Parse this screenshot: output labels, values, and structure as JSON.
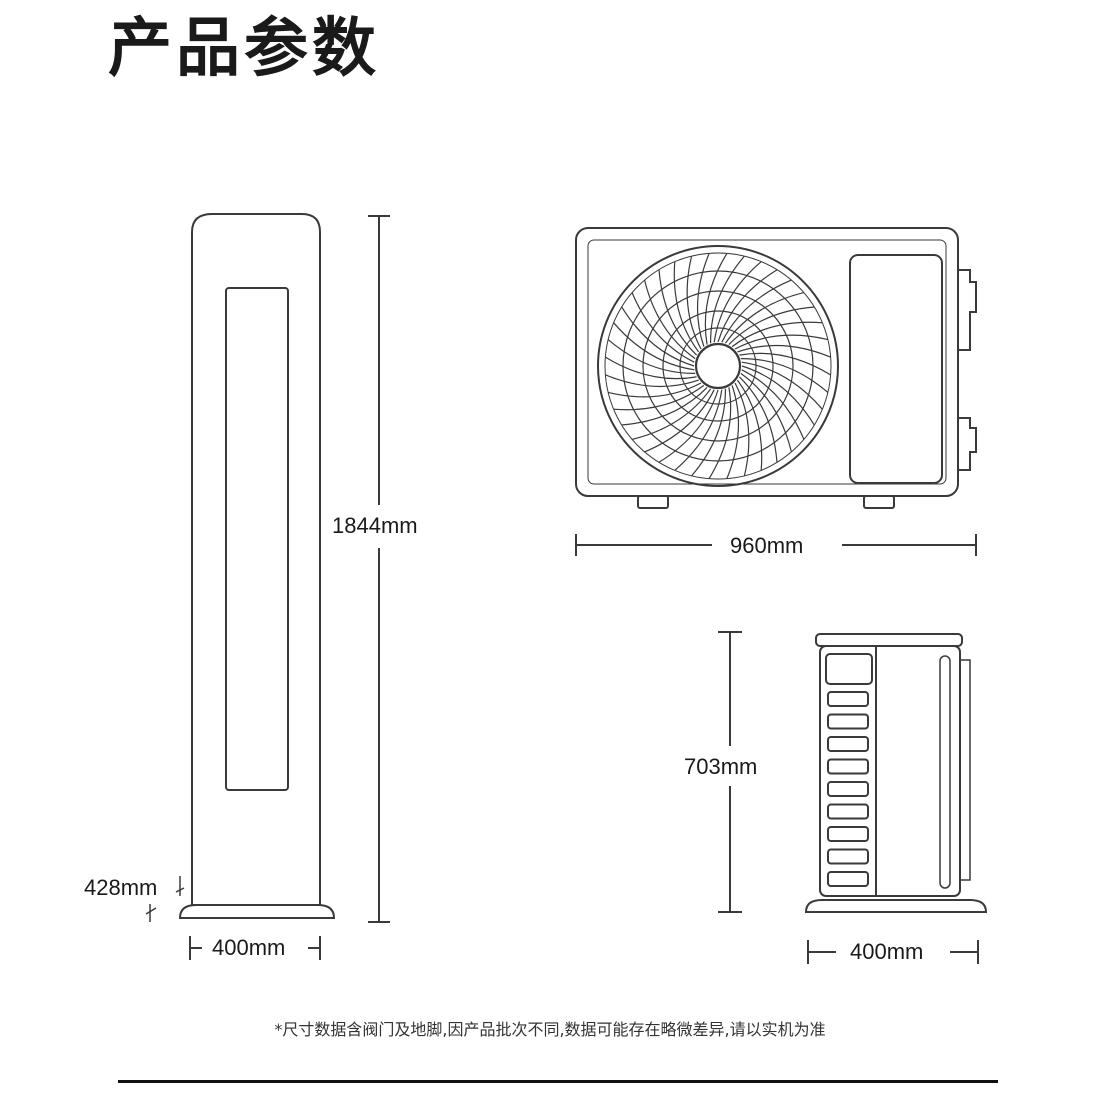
{
  "title": "产品参数",
  "dimensions": {
    "indoor_height": "1844mm",
    "indoor_depth": "428mm",
    "indoor_width": "400mm",
    "outdoor_width": "960mm",
    "outdoor_height": "703mm",
    "outdoor_depth": "400mm"
  },
  "footnote": "*尺寸数据含阀门及地脚,因产品批次不同,数据可能存在略微差异,请以实机为准"
}
